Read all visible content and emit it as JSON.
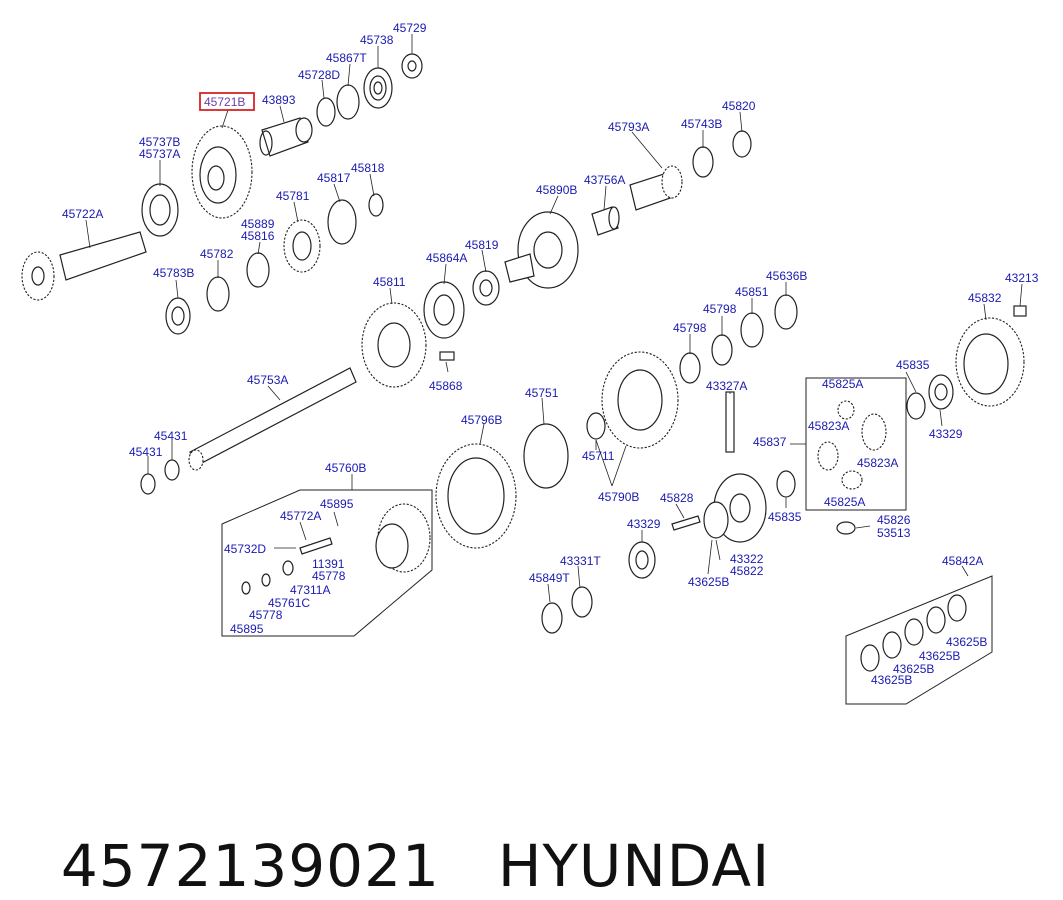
{
  "footer": {
    "part_number": "4572139021",
    "brand": "HYUNDAI"
  },
  "highlight_color": "#d8232a",
  "label_color": "#1a1ab0",
  "highlighted_label": "45721B",
  "labels": [
    "45729",
    "45738",
    "45867T",
    "45728D",
    "43893",
    "45721B",
    "45737B",
    "45737A",
    "45722A",
    "45817",
    "45818",
    "45781",
    "45889",
    "45816",
    "45782",
    "45783B",
    "45793A",
    "45743B",
    "45820",
    "43756A",
    "45890B",
    "45819",
    "45864A",
    "45811",
    "45868",
    "45636B",
    "45851",
    "45798",
    "45798",
    "43213",
    "45832",
    "45753A",
    "45431",
    "45431",
    "45751",
    "45796B",
    "45711",
    "45790B",
    "43327A",
    "45825A",
    "45823A",
    "45835",
    "45837",
    "45823A",
    "45825A",
    "43329",
    "45835",
    "45826",
    "53513",
    "45828",
    "43329",
    "43322",
    "45822",
    "43625B",
    "45760B",
    "45895",
    "45772A",
    "45732D",
    "11391",
    "45778",
    "47311A",
    "45761C",
    "45778",
    "45895",
    "43331T",
    "45849T",
    "45842A",
    "43625B",
    "43625B",
    "43625B",
    "43625B"
  ]
}
